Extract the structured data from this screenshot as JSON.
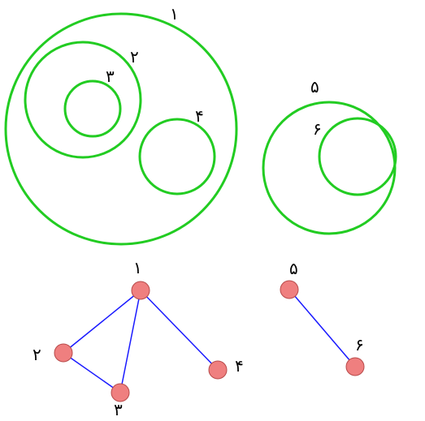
{
  "circles": [
    {
      "id": "c1",
      "label": "۱"
    },
    {
      "id": "c2",
      "label": "۲"
    },
    {
      "id": "c3",
      "label": "۳"
    },
    {
      "id": "c4",
      "label": "۴"
    },
    {
      "id": "c5",
      "label": "۵"
    },
    {
      "id": "c6",
      "label": "۶"
    }
  ],
  "graph": {
    "nodes": [
      {
        "id": "n1",
        "label": "۱"
      },
      {
        "id": "n2",
        "label": "۲"
      },
      {
        "id": "n3",
        "label": "۳"
      },
      {
        "id": "n4",
        "label": "۴"
      },
      {
        "id": "n5",
        "label": "۵"
      },
      {
        "id": "n6",
        "label": "۶"
      }
    ],
    "edges": [
      {
        "from": "n1",
        "to": "n2"
      },
      {
        "from": "n1",
        "to": "n3"
      },
      {
        "from": "n2",
        "to": "n3"
      },
      {
        "from": "n1",
        "to": "n4"
      },
      {
        "from": "n5",
        "to": "n6"
      }
    ]
  },
  "colors": {
    "ring": "#22cc22",
    "edge": "#1a1aff",
    "node_fill": "#ef7f7f",
    "node_stroke": "#b84a4a"
  }
}
